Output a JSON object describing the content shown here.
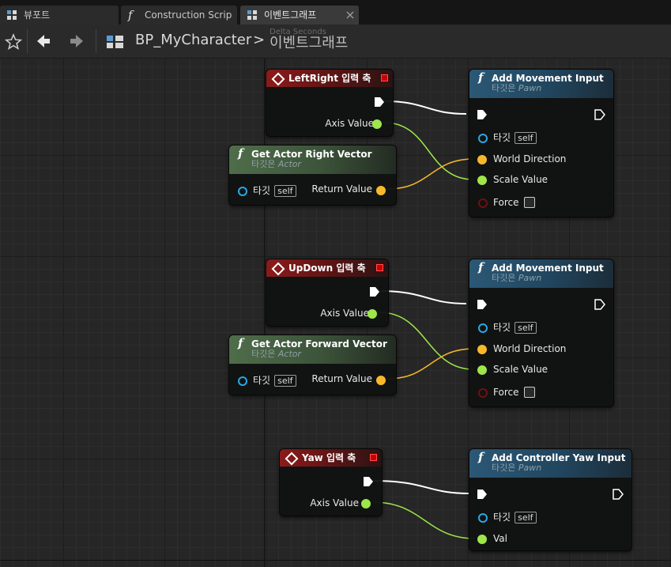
{
  "tabs": [
    {
      "label": "뷰포트",
      "icon": "viewport-grid-icon"
    },
    {
      "label": "Construction Scrip",
      "icon": "function-icon"
    },
    {
      "label": "이벤트그래프",
      "icon": "event-graph-icon"
    }
  ],
  "breadcrumb": {
    "blueprint": "BP_MyCharacter",
    "separator": ">",
    "graph": "이벤트그래프"
  },
  "ghost_text": "Delta Seconds",
  "common": {
    "target_label": "타깃",
    "self_label": "self",
    "target_prefix": "타깃은",
    "axis_value": "Axis Value",
    "return_value": "Return Value",
    "world_direction": "World Direction",
    "scale_value": "Scale Value",
    "force": "Force",
    "val": "Val"
  },
  "nodes": {
    "leftright_event": {
      "title": "LeftRight 입력 축"
    },
    "get_right_vector": {
      "title": "Get Actor Right Vector",
      "target_type": "Actor"
    },
    "add_move_1": {
      "title": "Add Movement Input",
      "target_type": "Pawn"
    },
    "updown_event": {
      "title": "UpDown 입력 축"
    },
    "get_forward_vector": {
      "title": "Get Actor Forward Vector",
      "target_type": "Actor"
    },
    "add_move_2": {
      "title": "Add Movement Input",
      "target_type": "Pawn"
    },
    "yaw_event": {
      "title": "Yaw 입력 축"
    },
    "add_yaw": {
      "title": "Add Controller Yaw Input",
      "target_type": "Pawn"
    }
  },
  "colors": {
    "event_header": "#8c1b1b",
    "pure_function_header": "#4f6d4a",
    "function_header": "#2b5876",
    "float_pin": "#9ee64a",
    "vector_pin": "#f7b92a",
    "object_pin": "#2aa7e5",
    "bool_pin": "#6f1010"
  }
}
